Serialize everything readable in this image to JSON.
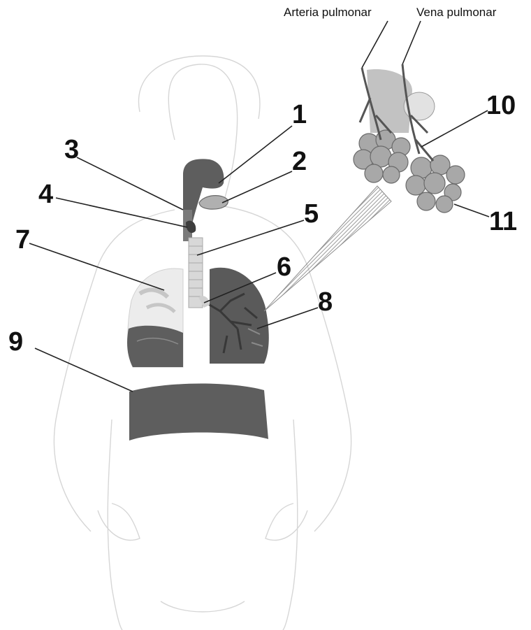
{
  "diagram": {
    "vessels": {
      "artery_label": "Arteria pulmonar",
      "vein_label": "Vena pulmonar"
    },
    "callouts": [
      "1",
      "2",
      "3",
      "4",
      "5",
      "6",
      "7",
      "8",
      "9",
      "10",
      "11"
    ],
    "colors": {
      "organ_dark": "#5e5e5e",
      "organ_mid": "#8a8a8a",
      "organ_light": "#c2c2c2",
      "body_outline": "#d6d6d6",
      "leader_line": "#222222"
    }
  }
}
